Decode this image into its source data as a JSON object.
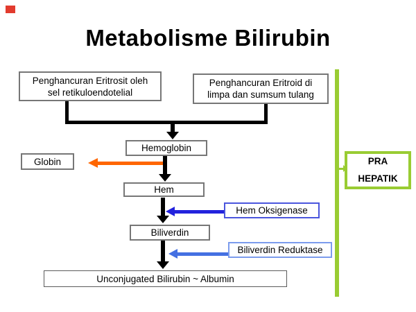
{
  "title": "Metabolisme Bilirubin",
  "decor": {
    "red_marker_color": "#e23b2e"
  },
  "diagram": {
    "box_eritrosit": {
      "line1": "Penghancuran Eritrosit oleh",
      "line2": "sel retikuloendotelial"
    },
    "box_eritroid": {
      "line1": "Penghancuran Eritroid di",
      "line2": "limpa dan sumsum tulang"
    },
    "box_hemoglobin": {
      "label": "Hemoglobin"
    },
    "box_globin": {
      "label": "Globin"
    },
    "box_hem": {
      "label": "Hem"
    },
    "box_hem_oksigenase": {
      "label": "Hem Oksigenase"
    },
    "box_biliverdin": {
      "label": "Biliverdin"
    },
    "box_biliverdin_reduktase": {
      "label": "Biliverdin Reduktase"
    },
    "box_unconjugated": {
      "label": "Unconjugated Bilirubin ~ Albumin"
    }
  },
  "sidebar": {
    "phase": {
      "line1": "PRA",
      "line2": "HEPATIK"
    }
  },
  "colors": {
    "orange_arrow": "#ff6600",
    "blue_arrow_dark": "#2222dd",
    "blue_arrow_light": "#4470e2",
    "green_accent": "#99cc33",
    "box_border_gray": "#767676",
    "hem_oksigenase_border": "#4a55dd",
    "biliverdin_reduktase_border": "#7b9bed",
    "text": "#000000"
  }
}
